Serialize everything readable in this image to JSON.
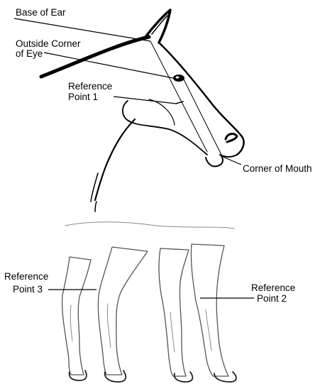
{
  "labels": {
    "base_of_ear": "Base of Ear",
    "outside_corner_line1": "Outside Corner",
    "outside_corner_line2": "of Eye",
    "ref1_line1": "Reference",
    "ref1_line2": "Point 1",
    "corner_of_mouth": "Corner of Mouth",
    "ref3_line1": "Reference",
    "ref3_line2": "Point 3",
    "ref2_line1": "Reference",
    "ref2_line2": "Point 2"
  },
  "icons": {
    "head": "horse-head-icon",
    "legs": "horse-legs-icon"
  },
  "colors": {
    "line": "#000000",
    "leg_edge": "#555555",
    "leg_shade": "#8a8a8a",
    "background": "#ffffff"
  }
}
